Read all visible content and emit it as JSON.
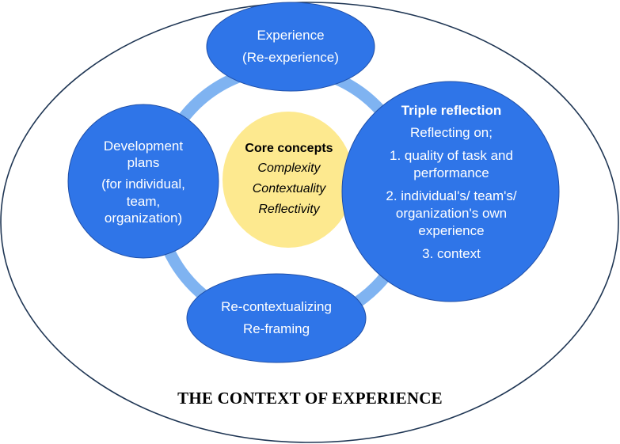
{
  "colors": {
    "node_fill": "#2f75e8",
    "ring": "#7fb3f1",
    "core_fill": "#fde98f",
    "outline": "#1f3654"
  },
  "experience": {
    "line1": "Experience",
    "line2": "(Re-experience)"
  },
  "development": {
    "line1": "Development",
    "line2": "plans",
    "line3": "(for individual,",
    "line4": "team,",
    "line5": "organization)"
  },
  "core": {
    "title": "Core concepts",
    "item1": "Complexity",
    "item2": "Contextuality",
    "item3": "Reflectivity"
  },
  "triple": {
    "title": "Triple reflection",
    "intro": "Reflecting on;",
    "item1_line1": "1. quality of task and",
    "item1_line2": "performance",
    "item2_line1": "2. individual's/ team's/",
    "item2_line2": "organization's own",
    "item2_line3": "experience",
    "item3": "3. context"
  },
  "recontext": {
    "line1": "Re-contextualizing",
    "line2": "Re-framing"
  },
  "context_label": "THE CONTEXT OF EXPERIENCE"
}
